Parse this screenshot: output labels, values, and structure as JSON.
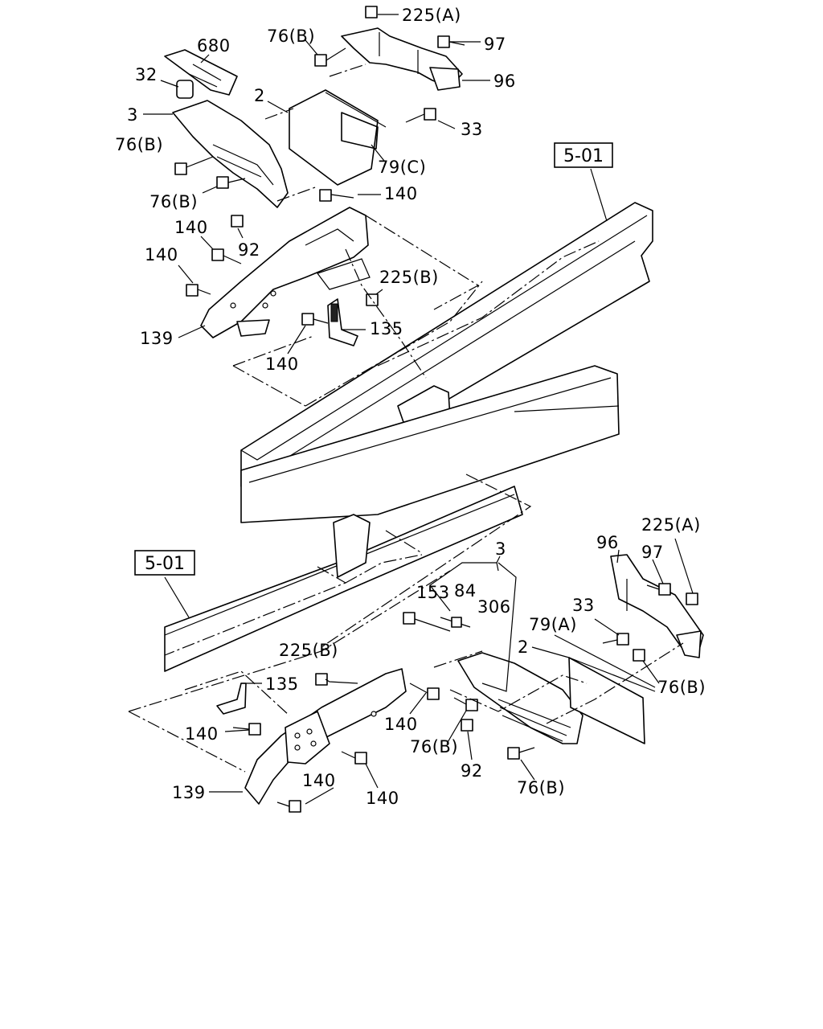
{
  "callouts": {
    "c225a_top": "225(A)",
    "c76b_top": "76(B)",
    "c97_top": "97",
    "c96_top": "96",
    "c680": "680",
    "c32": "32",
    "c2_top": "2",
    "c3_top": "3",
    "c33_top": "33",
    "c79c": "79(C)",
    "c76b_l1": "76(B)",
    "c76b_l2": "76(B)",
    "c140_a": "140",
    "c140_b": "140",
    "c92_top": "92",
    "c140_c": "140",
    "c225b_top": "225(B)",
    "c139_top": "139",
    "c135_top": "135",
    "c140_d": "140",
    "ref_top": "5-01",
    "ref_bottom": "5-01",
    "c3_bot": "3",
    "c225a_bot": "225(A)",
    "c96_bot": "96",
    "c97_bot": "97",
    "c153": "153",
    "c84": "84",
    "c306": "306",
    "c33_bot": "33",
    "c79a": "79(A)",
    "c2_bot": "2",
    "c225b_bot": "225(B)",
    "c76b_r": "76(B)",
    "c135_bot": "135",
    "c140_e": "140",
    "c140_f": "140",
    "c76b_m": "76(B)",
    "c92_bot": "92",
    "c76b_b": "76(B)",
    "c140_g": "140",
    "c139_bot": "139",
    "c140_h": "140"
  }
}
